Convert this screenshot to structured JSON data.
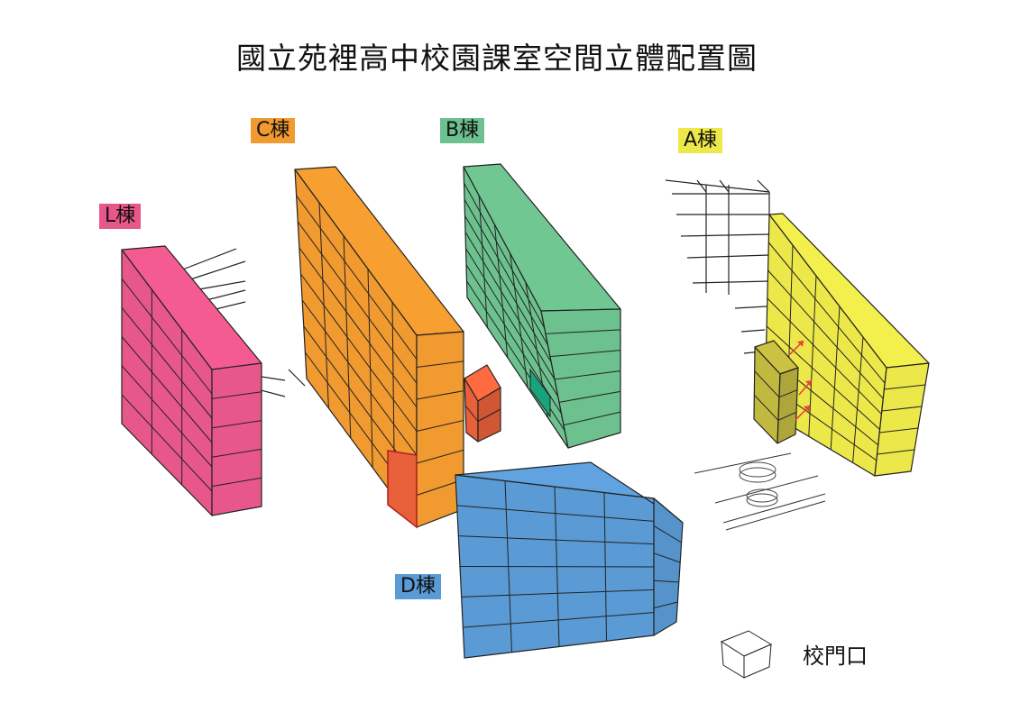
{
  "title": "國立苑裡高中校園課室空間立體配置圖",
  "buildings": {
    "L": {
      "label": "L棟",
      "color": "#e8578a"
    },
    "C": {
      "label": "C棟",
      "color": "#f09a30"
    },
    "B": {
      "label": "B棟",
      "color": "#6dc18e"
    },
    "A": {
      "label": "A棟",
      "color": "#ece84a"
    },
    "D": {
      "label": "D棟",
      "color": "#5b9bd5"
    }
  },
  "accents": {
    "red_box": "#e8603a",
    "teal_cell": "#1aa37a",
    "olive_box": "#c1b840",
    "arrow": "#e8443a"
  },
  "legend": {
    "gate_label": "校門口"
  }
}
